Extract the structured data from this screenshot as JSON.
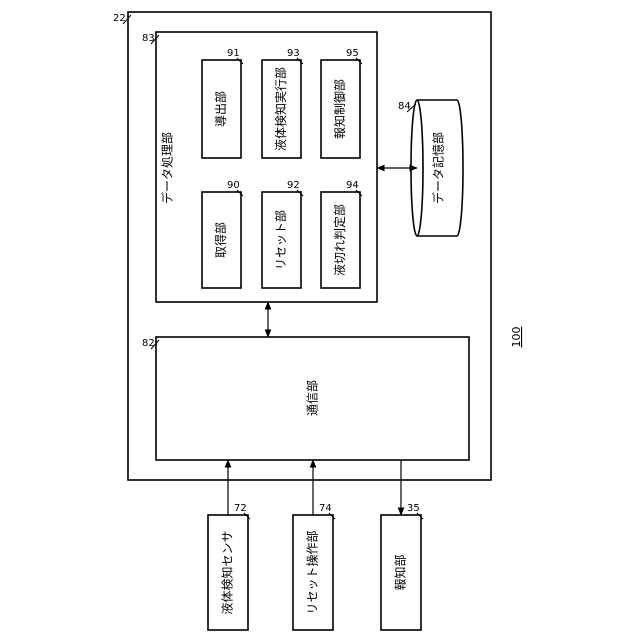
{
  "system": {
    "ref": "100"
  },
  "controller": {
    "ref": "22"
  },
  "data_processing": {
    "ref": "83",
    "label": "データ処理部"
  },
  "units": [
    {
      "key": "lead_out",
      "ref": "91",
      "label": "導出部"
    },
    {
      "key": "liquid_detect_exec",
      "ref": "93",
      "label": "液体検知実行部"
    },
    {
      "key": "notify_control",
      "ref": "95",
      "label": "報知制御部"
    },
    {
      "key": "acquire",
      "ref": "90",
      "label": "取得部"
    },
    {
      "key": "reset",
      "ref": "92",
      "label": "リセット部"
    },
    {
      "key": "liquid_out_judge",
      "ref": "94",
      "label": "液切れ判定部"
    }
  ],
  "storage": {
    "ref": "84",
    "label": "データ記憶部"
  },
  "communication": {
    "ref": "82",
    "label": "通信部"
  },
  "externals": [
    {
      "key": "liquid_sensor",
      "ref": "72",
      "label": "液体検知センサ"
    },
    {
      "key": "reset_operation",
      "ref": "74",
      "label": "リセット操作部"
    },
    {
      "key": "notifier",
      "ref": "35",
      "label": "報知部"
    }
  ]
}
